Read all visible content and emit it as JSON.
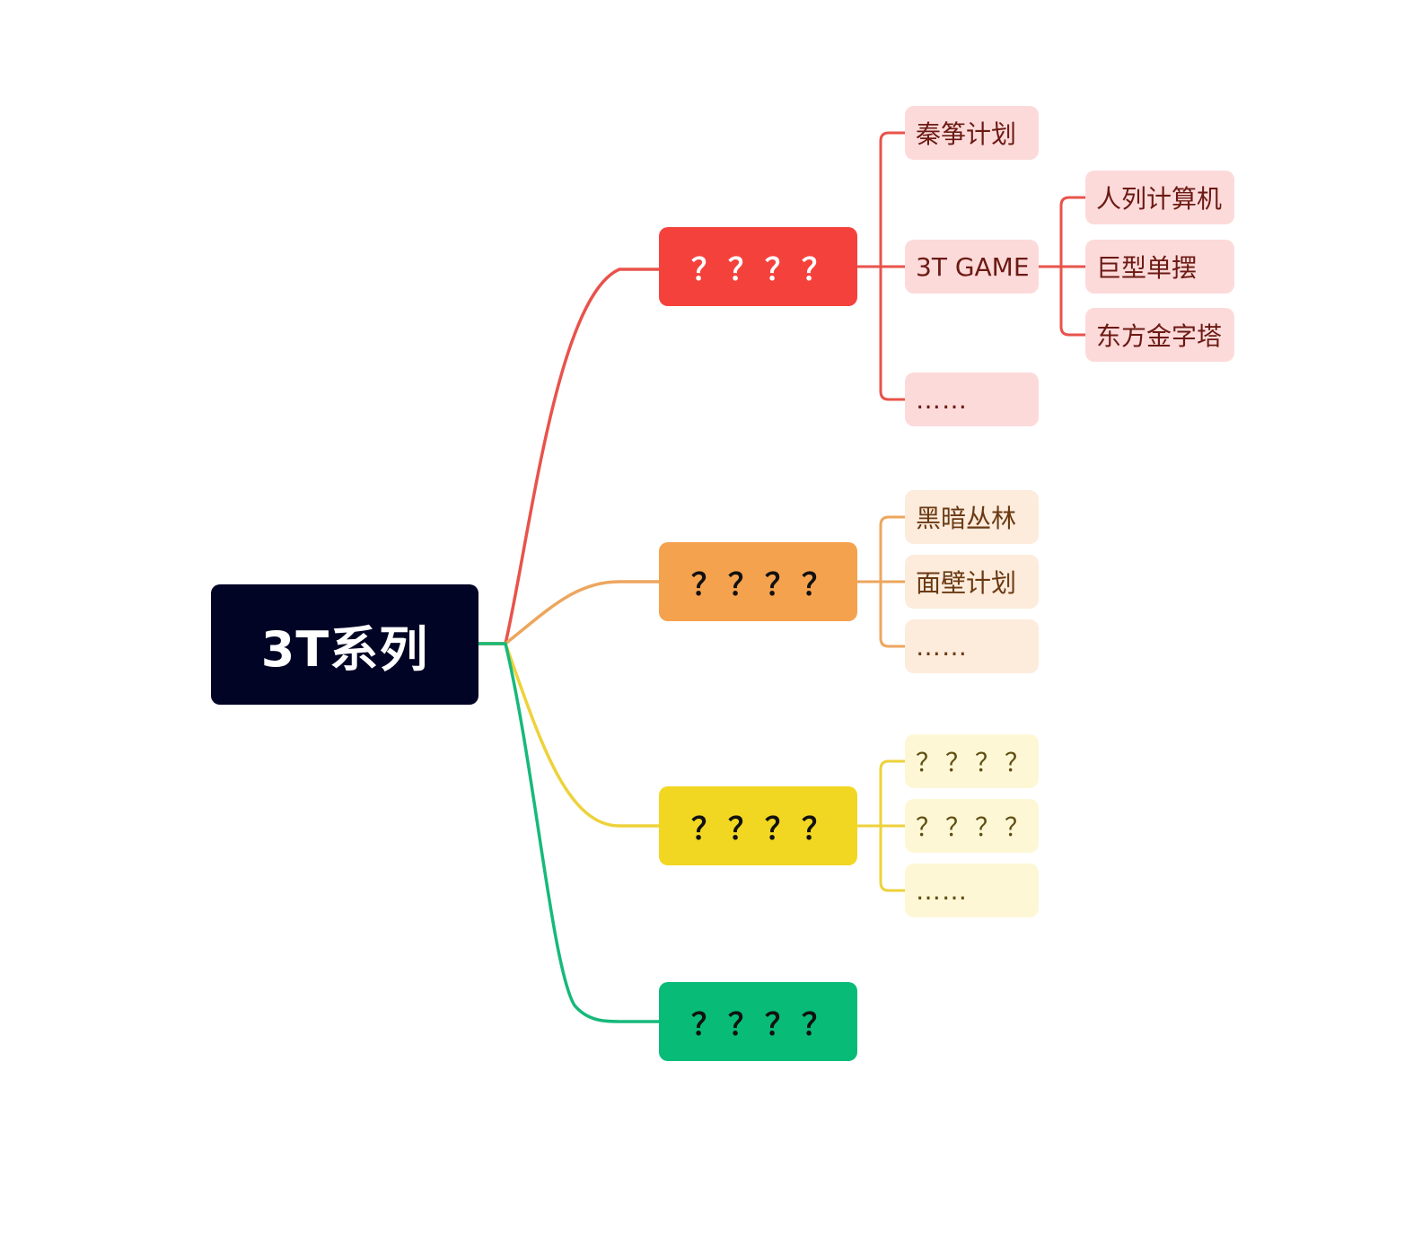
{
  "diagram": {
    "type": "mind-map",
    "colors": {
      "root_bg": "#020426",
      "red": "#F5413C",
      "red_line": "#E8534B",
      "red_leaf_bg": "#FDDADA",
      "red_leaf_text": "#6B1A13",
      "orange": "#F5A24E",
      "orange_line": "#EDA65E",
      "orange_leaf_bg": "#FDEBDC",
      "orange_leaf_text": "#6A3A12",
      "yellow": "#F1D722",
      "yellow_line": "#EDD23A",
      "yellow_leaf_bg": "#FEF7D6",
      "yellow_leaf_text": "#5E4E10",
      "green": "#08BB77",
      "green_line": "#16B97A",
      "branch_text": "#111111",
      "branch_text_light": "#FFFFFF"
    },
    "root": {
      "label": "3T系列"
    },
    "branches": [
      {
        "label": "？？？？",
        "color": "red",
        "children": [
          {
            "label": "秦筝计划"
          },
          {
            "label": "3T GAME",
            "children": [
              {
                "label": "人列计算机"
              },
              {
                "label": "巨型单摆"
              },
              {
                "label": "东方金字塔"
              }
            ]
          },
          {
            "label": "……"
          }
        ]
      },
      {
        "label": "？？？？",
        "color": "orange",
        "children": [
          {
            "label": "黑暗丛林"
          },
          {
            "label": "面壁计划"
          },
          {
            "label": "……"
          }
        ]
      },
      {
        "label": "？？？？",
        "color": "yellow",
        "children": [
          {
            "label": "？？？？"
          },
          {
            "label": "？？？？"
          },
          {
            "label": "……"
          }
        ]
      },
      {
        "label": "？？？？",
        "color": "green",
        "children": []
      }
    ]
  }
}
